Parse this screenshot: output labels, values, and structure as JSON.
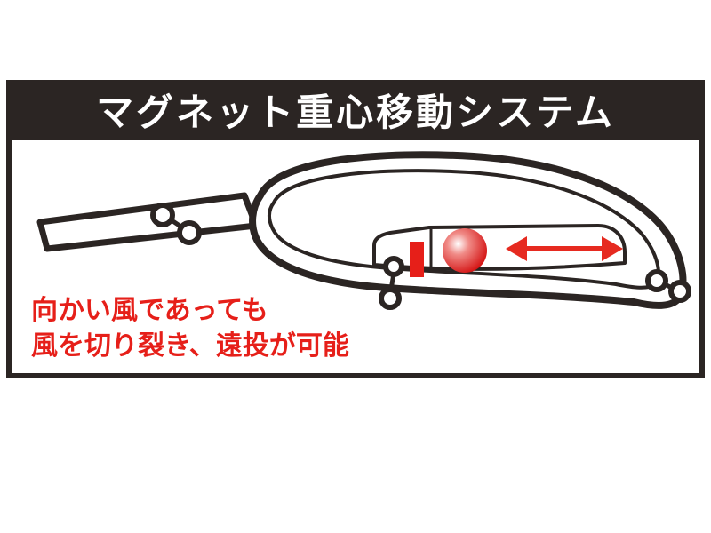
{
  "title": "マグネット重心移動システム",
  "caption": {
    "line1": "向かい風であっても",
    "line2": "風を切り裂き、遠投が可能"
  },
  "colors": {
    "frame": "#2b2523",
    "title_text": "#ffffff",
    "caption_text": "#e61f19",
    "arrow": "#e62a20",
    "magnet": "#e61f19",
    "weight_ball": "#e21b1b"
  },
  "icons": {
    "lure": "fishing-lure-outline",
    "weight": "weight-ball-icon",
    "magnet": "magnet-bar-icon",
    "arrow": "double-arrow-icon",
    "ring": "split-ring-icon"
  }
}
